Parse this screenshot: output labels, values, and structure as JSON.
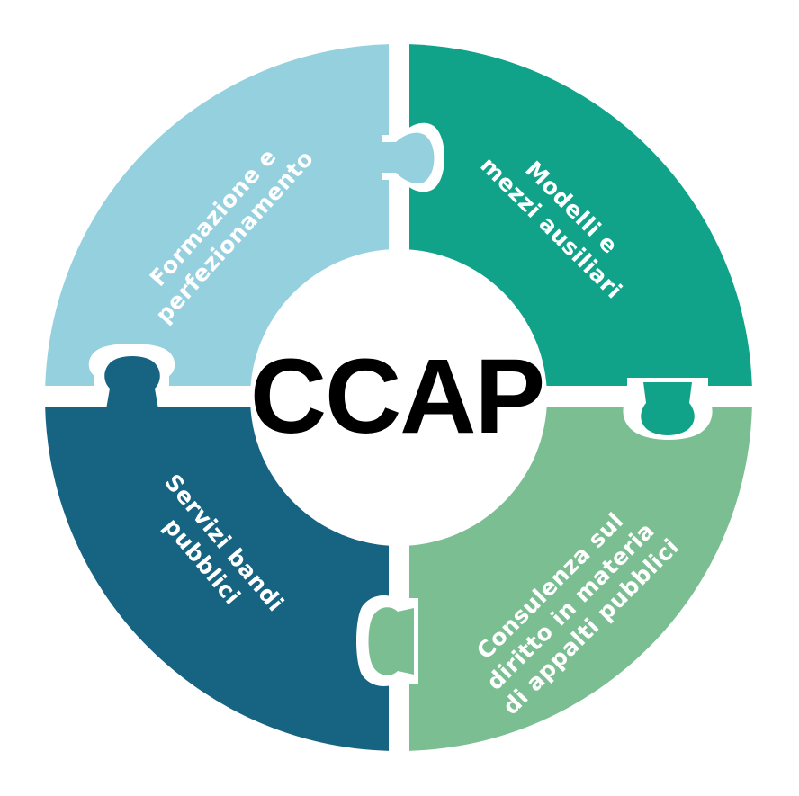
{
  "center": {
    "title": "CCAP"
  },
  "colors": {
    "training": "#94d0de",
    "models": "#10a389",
    "tenders": "#166382",
    "consulting": "#7bbe91",
    "gap": "#ffffff",
    "title": "#000000"
  },
  "pieces": [
    {
      "id": "training",
      "lines": [
        "Formazione e",
        "perfezionamento"
      ]
    },
    {
      "id": "models",
      "lines": [
        "Modelli e",
        "mezzi ausiliari"
      ]
    },
    {
      "id": "tenders",
      "lines": [
        "Servizi bandi",
        "pubblici"
      ]
    },
    {
      "id": "consulting",
      "lines": [
        "Consulenza sul",
        "diritto in materia",
        "di appalti pubblici"
      ]
    }
  ]
}
